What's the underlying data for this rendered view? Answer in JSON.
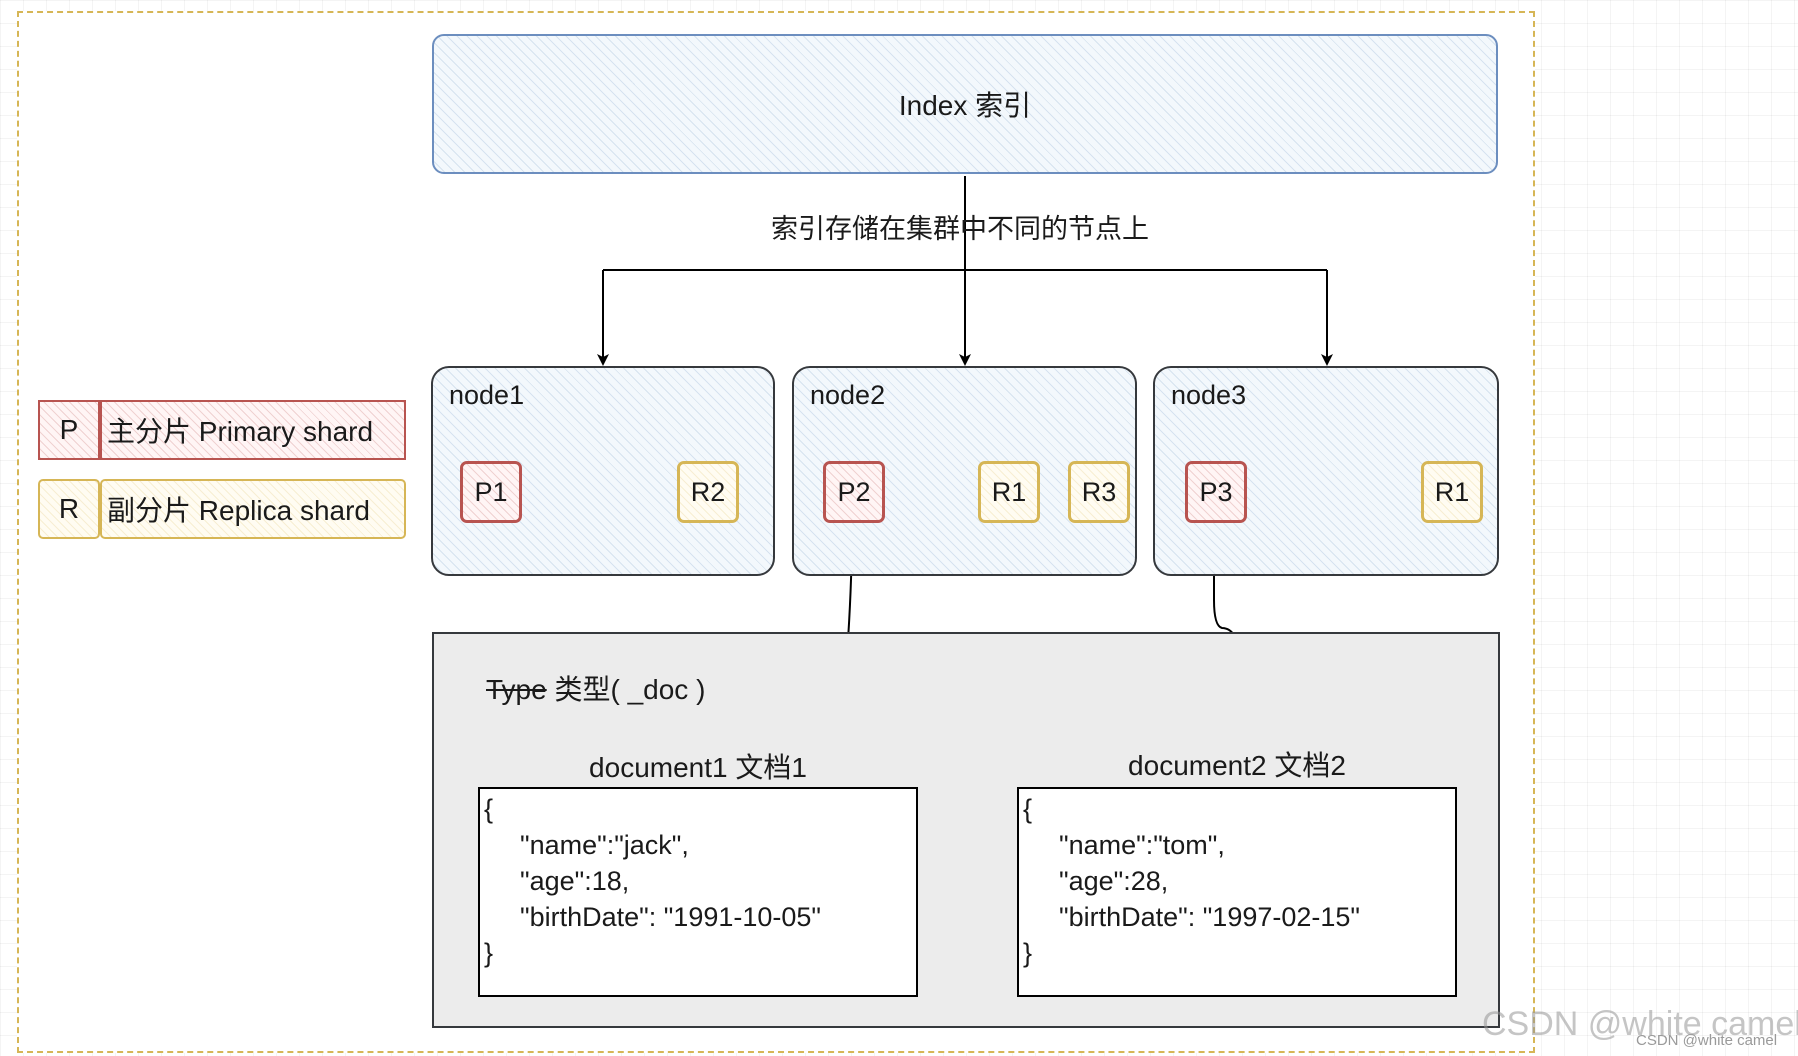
{
  "index": {
    "label": "Index 索引"
  },
  "edge_label": "索引存储在集群中不同的节点上",
  "nodes": [
    {
      "title": "node1",
      "shards": [
        "P1",
        "R2"
      ]
    },
    {
      "title": "node2",
      "shards": [
        "P2",
        "R1",
        "R3"
      ]
    },
    {
      "title": "node3",
      "shards": [
        "P3",
        "R1"
      ]
    }
  ],
  "legend": {
    "primary": {
      "key": "P",
      "label": "主分片 Primary shard"
    },
    "replica": {
      "key": "R",
      "label": "副分片 Replica shard"
    }
  },
  "type_panel": {
    "strike_text": "Type",
    "rest_text": " 类型( _doc )"
  },
  "documents": [
    {
      "title": "document1 文档1",
      "lines": [
        "{",
        "\"name\":\"jack\",",
        "\"age\":18,",
        "\"birthDate\": \"1991-10-05\"",
        "}"
      ]
    },
    {
      "title": "document2 文档2",
      "lines": [
        "{",
        "\"name\":\"tom\",",
        "\"age\":28,",
        "\"birthDate\": \"1997-02-15\"",
        "}"
      ]
    }
  ],
  "watermark": {
    "large": "CSDN @white camel",
    "small": "CSDN @white camel"
  },
  "colors": {
    "primary_border": "#b85450",
    "replica_border": "#d6b656",
    "index_border": "#6c8ebf",
    "frame_border": "#d6b656"
  }
}
